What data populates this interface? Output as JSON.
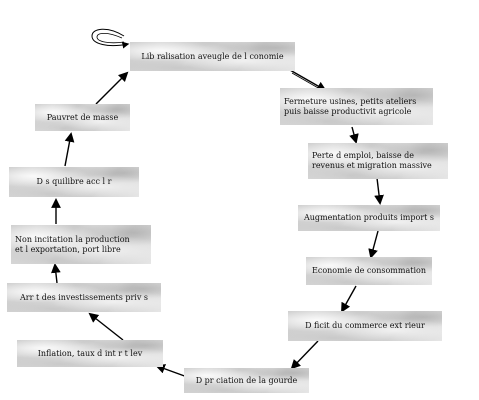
{
  "diagram": {
    "nodes": [
      {
        "id": "liberalisation",
        "lines": [
          "Lib  ralisation aveugle de l   conomie"
        ]
      },
      {
        "id": "fermeture",
        "lines": [
          "Fermeture usines, petits ateliers",
          "puis baisse productivit  agricole"
        ]
      },
      {
        "id": "perte-emploi",
        "lines": [
          "Perte d emploi, baisse de",
          "revenus et migration massive"
        ]
      },
      {
        "id": "augmentation",
        "lines": [
          "Augmentation  produits import  s"
        ]
      },
      {
        "id": "economie",
        "lines": [
          "Economie de consommation"
        ]
      },
      {
        "id": "deficit",
        "lines": [
          "D  ficit du commerce ext  rieur"
        ]
      },
      {
        "id": "depreciation",
        "lines": [
          "D  pr  ciation de la gourde"
        ]
      },
      {
        "id": "inflation",
        "lines": [
          "Inflation, taux d int  r  t   lev"
        ]
      },
      {
        "id": "arret",
        "lines": [
          "Arr  t des investissements priv  s"
        ]
      },
      {
        "id": "non-incitation",
        "lines": [
          "Non incitation    la production",
          "et    l exportation, port libre"
        ]
      },
      {
        "id": "desequilibre",
        "lines": [
          "D  s  quilibre acc  l  r"
        ]
      },
      {
        "id": "pauvrete",
        "lines": [
          "Pauvret    de masse"
        ]
      }
    ]
  }
}
